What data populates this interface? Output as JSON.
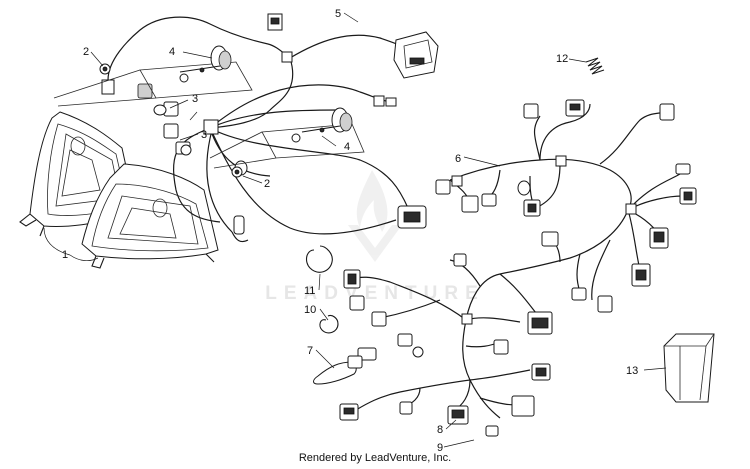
{
  "callouts": {
    "c1": "1",
    "c2a": "2",
    "c2b": "2",
    "c3a": "3",
    "c3b": "3",
    "c4a": "4",
    "c4b": "4",
    "c5": "5",
    "c6": "6",
    "c7": "7",
    "c8": "8",
    "c9": "9",
    "c10": "10",
    "c11": "11",
    "c12": "12",
    "c13": "13"
  },
  "watermark": "LEADVENTURE",
  "footer": "Rendered by LeadVenture, Inc.",
  "icons": {
    "watermark_logo": "leadventure-flame-logo-icon"
  }
}
